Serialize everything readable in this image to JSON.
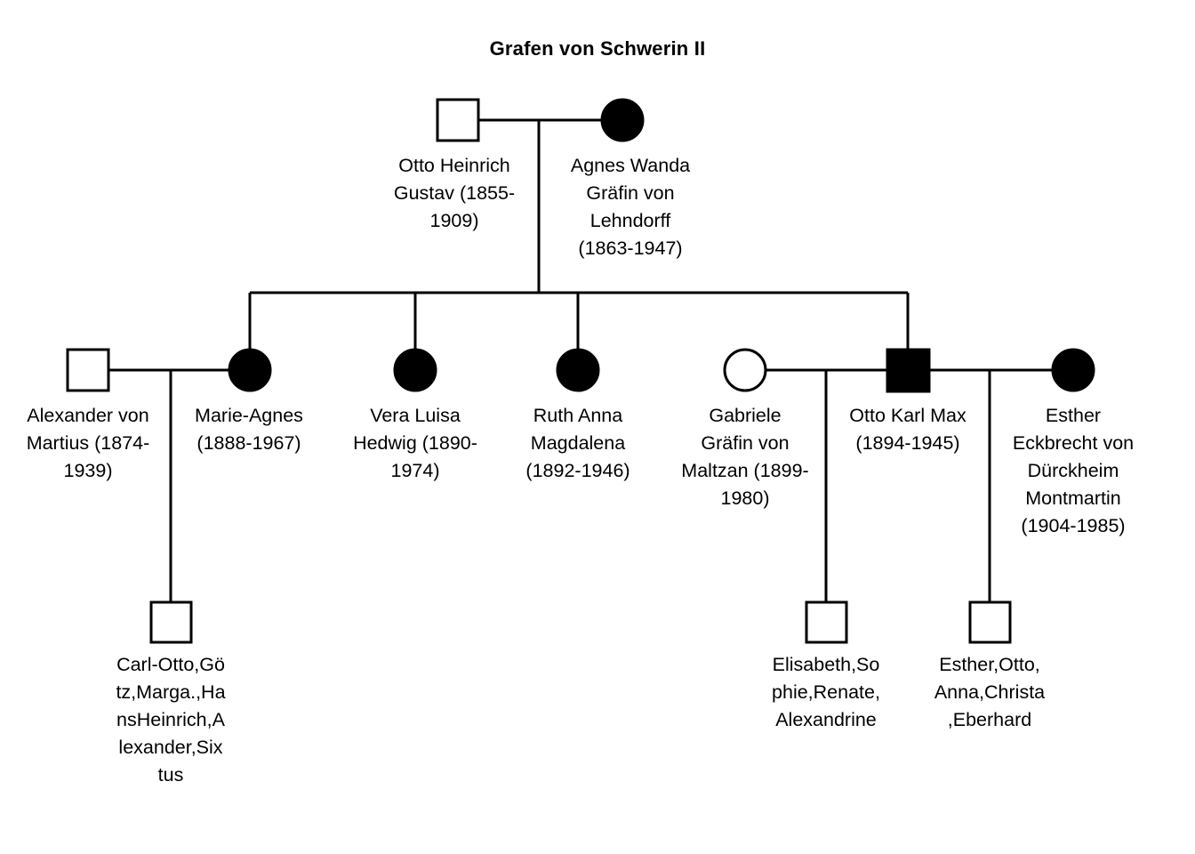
{
  "title": "Grafen von Schwerin II",
  "colors": {
    "background": "#ffffff",
    "stroke": "#000000",
    "affected_fill": "#000000",
    "unaffected_fill": "#ffffff"
  },
  "chart_data": {
    "type": "pedigree",
    "title": "Grafen von Schwerin II",
    "legend": {
      "square": "male",
      "circle": "female",
      "filled": "affected",
      "open": "unaffected"
    },
    "generations": [
      {
        "id": "gen-1",
        "individuals": [
          {
            "id": "otto-heinrich-gustav",
            "label": "Otto Heinrich Gustav (1855-1909)",
            "display_lines": "Otto Heinrich\nGustav (1855-\n1909)",
            "sex": "male",
            "shape": "square",
            "affected": false,
            "birth": 1855,
            "death": 1909
          },
          {
            "id": "agnes-wanda",
            "label": "Agnes Wanda Gräfin von Lehndorff (1863-1947)",
            "display_lines": "Agnes Wanda\nGräfin von\nLehndorff\n(1863-1947)",
            "sex": "female",
            "shape": "circle",
            "affected": true,
            "birth": 1863,
            "death": 1947
          }
        ]
      },
      {
        "id": "gen-2",
        "individuals": [
          {
            "id": "alexander-von-martius",
            "label": "Alexander von Martius (1874-1939)",
            "display_lines": "Alexander von\nMartius (1874-\n1939)",
            "sex": "male",
            "shape": "square",
            "affected": false,
            "birth": 1874,
            "death": 1939
          },
          {
            "id": "marie-agnes",
            "label": "Marie-Agnes (1888-1967)",
            "display_lines": "Marie-Agnes\n(1888-1967)",
            "sex": "female",
            "shape": "circle",
            "affected": true,
            "birth": 1888,
            "death": 1967
          },
          {
            "id": "vera-luisa-hedwig",
            "label": "Vera Luisa Hedwig (1890-1974)",
            "display_lines": "Vera Luisa\nHedwig (1890-\n1974)",
            "sex": "female",
            "shape": "circle",
            "affected": true,
            "birth": 1890,
            "death": 1974
          },
          {
            "id": "ruth-anna-magdalena",
            "label": "Ruth Anna Magdalena (1892-1946)",
            "display_lines": "Ruth Anna\nMagdalena\n(1892-1946)",
            "sex": "female",
            "shape": "circle",
            "affected": true,
            "birth": 1892,
            "death": 1946
          },
          {
            "id": "gabriele-von-maltzan",
            "label": "Gabriele Gräfin von Maltzan (1899-1980)",
            "display_lines": "Gabriele\nGräfin von\nMaltzan (1899-\n1980)",
            "sex": "female",
            "shape": "circle",
            "affected": false,
            "birth": 1899,
            "death": 1980
          },
          {
            "id": "otto-karl-max",
            "label": "Otto Karl Max (1894-1945)",
            "display_lines": "Otto Karl Max\n(1894-1945)",
            "sex": "male",
            "shape": "square",
            "affected": true,
            "birth": 1894,
            "death": 1945
          },
          {
            "id": "esther-eckbrecht",
            "label": "Esther Eckbrecht von Dürckheim Montmartin (1904-1985)",
            "display_lines": "Esther\nEckbrecht von\nDürckheim\nMontmartin\n(1904-1985)",
            "sex": "female",
            "shape": "circle",
            "affected": true,
            "birth": 1904,
            "death": 1985
          }
        ]
      },
      {
        "id": "gen-3",
        "individuals": [
          {
            "id": "martius-children",
            "label": "Carl-Otto,Götz,Marga.,HansHeinrich,Alexander,Sixtus",
            "display_lines": "Carl-Otto,Gö\ntz,Marga.,Ha\nnsHeinrich,A\nlexander,Six\ntus",
            "sex": "male",
            "shape": "square",
            "affected": false
          },
          {
            "id": "maltzan-children",
            "label": "Elisabeth,Sophie,Renate,Alexandrine",
            "display_lines": "Elisabeth,So\nphie,Renate,\nAlexandrine",
            "sex": "male",
            "shape": "square",
            "affected": false
          },
          {
            "id": "eckbrecht-children",
            "label": "Esther,Otto,Anna,Christa,Eberhard",
            "display_lines": "Esther,Otto,\nAnna,Christa\n,Eberhard",
            "sex": "male",
            "shape": "square",
            "affected": false
          }
        ]
      }
    ],
    "unions": [
      {
        "id": "union-founders",
        "partners": [
          "otto-heinrich-gustav",
          "agnes-wanda"
        ],
        "children": [
          "marie-agnes",
          "vera-luisa-hedwig",
          "ruth-anna-magdalena",
          "otto-karl-max"
        ]
      },
      {
        "id": "union-martius",
        "partners": [
          "alexander-von-martius",
          "marie-agnes"
        ],
        "children": [
          "martius-children"
        ]
      },
      {
        "id": "union-maltzan",
        "partners": [
          "gabriele-von-maltzan",
          "otto-karl-max"
        ],
        "children": [
          "maltzan-children"
        ]
      },
      {
        "id": "union-eckbrecht",
        "partners": [
          "otto-karl-max",
          "esther-eckbrecht"
        ],
        "children": [
          "eckbrecht-children"
        ]
      }
    ]
  }
}
